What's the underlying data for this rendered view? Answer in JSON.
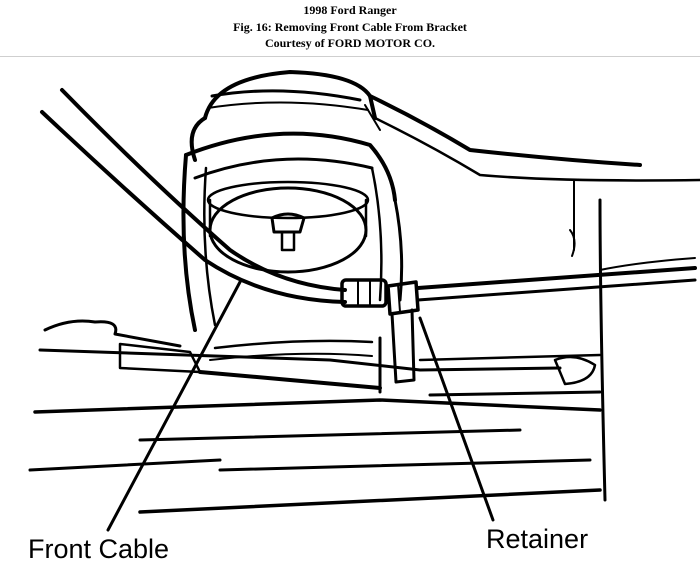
{
  "header": {
    "line1": "1998 Ford Ranger",
    "line2": "Fig. 16: Removing Front Cable From Bracket",
    "line3": "Courtesy of FORD MOTOR CO."
  },
  "callouts": {
    "front_cable": "Front Cable",
    "retainer": "Retainer"
  },
  "colors": {
    "ink": "#000000",
    "paper": "#ffffff"
  }
}
